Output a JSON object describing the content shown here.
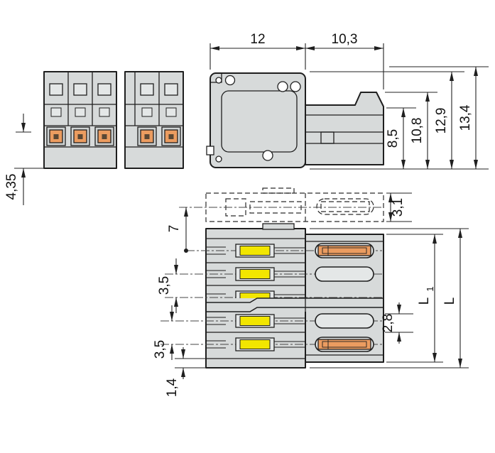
{
  "colors": {
    "body": "#d7dada",
    "slot": "#e4e7e7",
    "contact_well": "#cfd3d3",
    "yellow": "#f2e600",
    "orange": "#eb9c60",
    "pin": "#5a4734",
    "hole": "#ffffff",
    "line": "#1f1f1f"
  },
  "front_view": {
    "dim_pin_length": "4,35"
  },
  "side_view": {
    "dim_width": "12",
    "dim_depth": "10,3",
    "dim_8_5": "8,5",
    "dim_10_8": "10,8",
    "dim_12_9": "12,9",
    "dim_13_4": "13,4"
  },
  "bottom_view": {
    "dim_3_1": "3,1",
    "dim_7": "7",
    "dim_3_5_upper": "3,5",
    "dim_3_5_lower": "3,5",
    "dim_2_8": "2,8",
    "dim_1_4": "1,4",
    "dim_L1_base": "L",
    "dim_L1_sub": "1",
    "dim_L": "L"
  }
}
